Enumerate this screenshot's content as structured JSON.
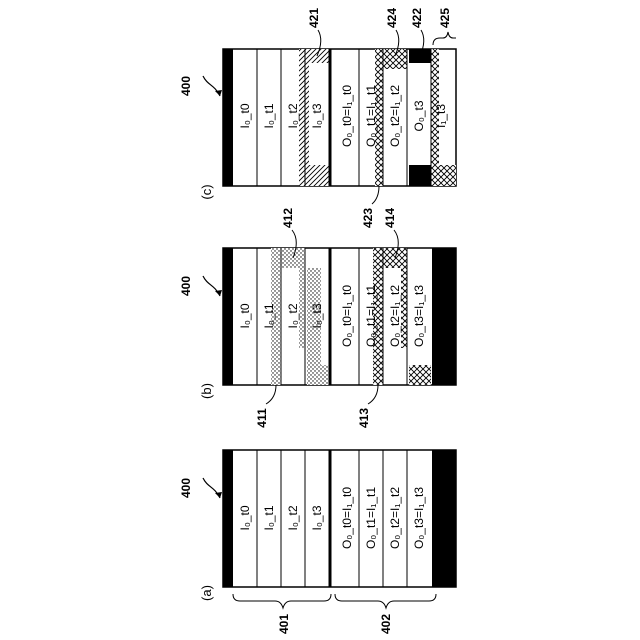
{
  "figure_number": "400",
  "panels": [
    {
      "label": "(a)",
      "input_cells": [
        "I₀_t0",
        "I₀_t1",
        "I₀_t2",
        "I₀_t3"
      ],
      "output_cells": [
        "O₀_t0=I₁_t0",
        "O₀_t1=I₁_t1",
        "O₀_t2=I₁_t2",
        "O₀_t3=I₁_t3"
      ],
      "refs": {
        "inputs_group": "401",
        "outputs_group": "402"
      }
    },
    {
      "label": "(b)",
      "input_cells": [
        "I₀_t0",
        "I₀_t1",
        "I₀_t2",
        "I₀_t3"
      ],
      "output_cells": [
        "O₀_t0=I₁_t0",
        "O₀_t1=I₁_t1",
        "O₀_t2=I₁_t2",
        "O₀_t3=I₁_t3"
      ],
      "refs": {
        "left_bottom_1": "411",
        "left_top": "412",
        "left_bottom_2": "413",
        "right_top": "414"
      }
    },
    {
      "label": "(c)",
      "input_cells": [
        "I₀_t0",
        "I₀_t1",
        "I₀_t2",
        "I₀_t3"
      ],
      "output_cells": [
        "O₀_t0=I₁_t0",
        "O₀_t1=I₁_t1",
        "O₀_t2=I₁_t2",
        "O₀_t3",
        "I₁_t3"
      ],
      "refs": {
        "left_top": "421",
        "right_top_1": "424",
        "right_top_2": "422",
        "right_top_3": "425",
        "bottom": "423"
      }
    }
  ],
  "fills": {
    "black": "#000000",
    "white": "#ffffff"
  }
}
